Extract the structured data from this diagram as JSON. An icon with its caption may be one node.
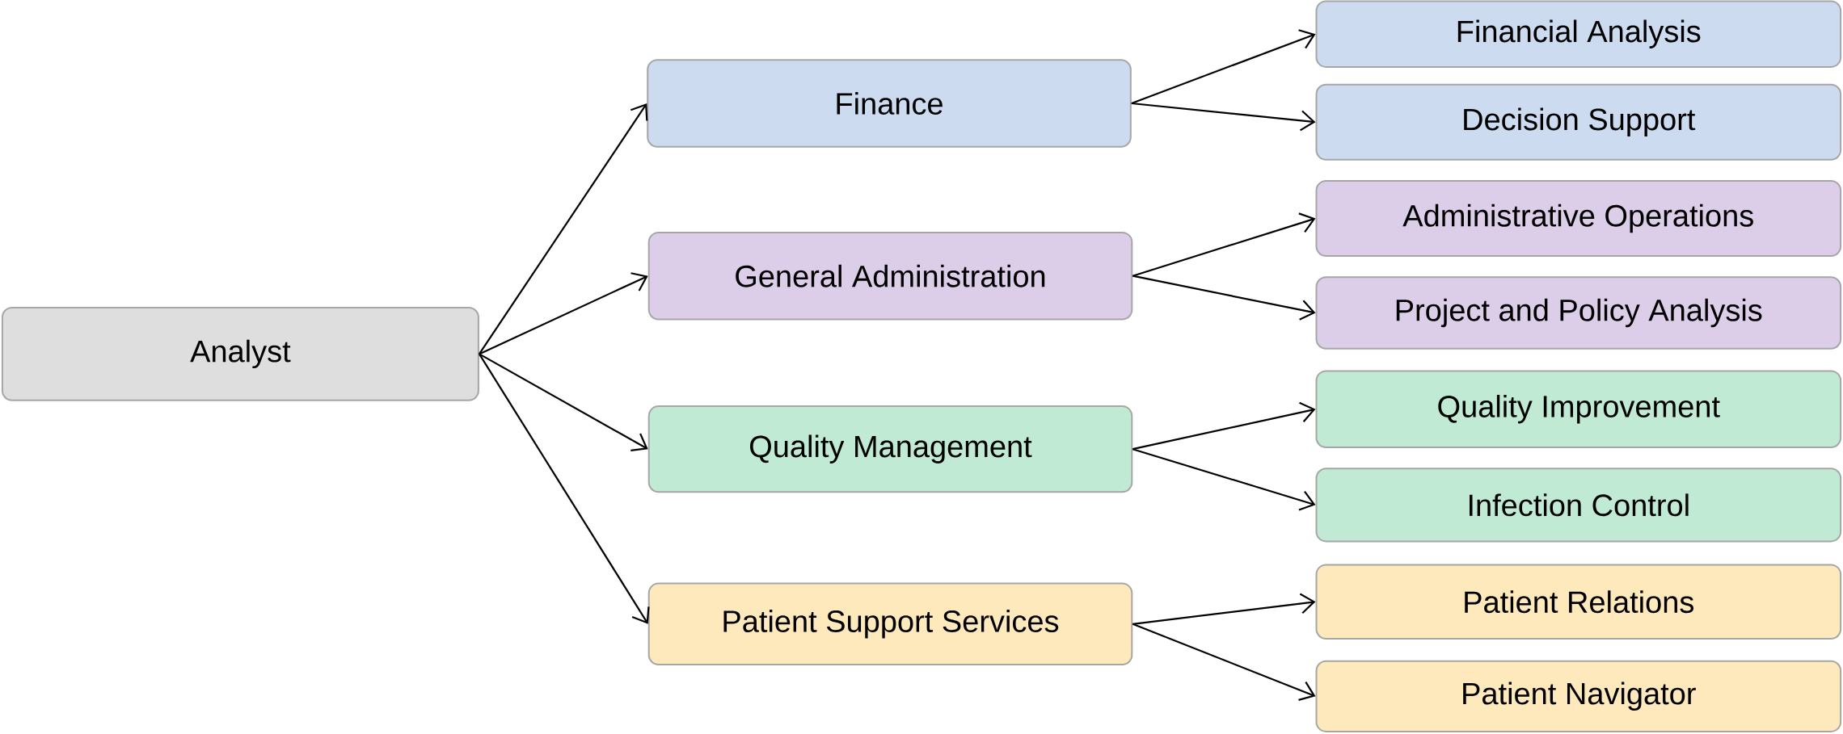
{
  "diagram": {
    "nodes": [
      {
        "text": [
          "Analyst"
        ]
      },
      {
        "text": [
          "Finance"
        ]
      },
      {
        "text": [
          "General Administration"
        ]
      },
      {
        "text": [
          "Quality Management"
        ]
      },
      {
        "text": [
          "Patient Support Services"
        ]
      },
      {
        "text": [
          "Financial Analysis"
        ]
      },
      {
        "text": [
          "Decision Support"
        ]
      },
      {
        "text": [
          "Administrative Operations"
        ]
      },
      {
        "text": [
          "Project and Policy Analysis"
        ]
      },
      {
        "text": [
          "Quality Improvement"
        ]
      },
      {
        "text": [
          "Infection Control"
        ]
      },
      {
        "text": [
          "Patient Relations"
        ]
      },
      {
        "text": [
          "Patient Navigator"
        ]
      }
    ],
    "edges": [
      {
        "from": 0,
        "to": 1,
        "arrow": "to"
      },
      {
        "from": 0,
        "to": 2,
        "arrow": "to"
      },
      {
        "from": 0,
        "to": 3,
        "arrow": "to"
      },
      {
        "from": 0,
        "to": 4,
        "arrow": "to"
      },
      {
        "from": 1,
        "to": 5,
        "arrow": "to"
      },
      {
        "from": 1,
        "to": 6,
        "arrow": "to"
      },
      {
        "from": 2,
        "to": 7,
        "arrow": "to"
      },
      {
        "from": 2,
        "to": 8,
        "arrow": "to"
      },
      {
        "from": 3,
        "to": 9,
        "arrow": "to"
      },
      {
        "from": 3,
        "to": 10,
        "arrow": "to"
      },
      {
        "from": 4,
        "to": 11,
        "arrow": "to"
      },
      {
        "from": 4,
        "to": 12,
        "arrow": "to"
      }
    ]
  }
}
